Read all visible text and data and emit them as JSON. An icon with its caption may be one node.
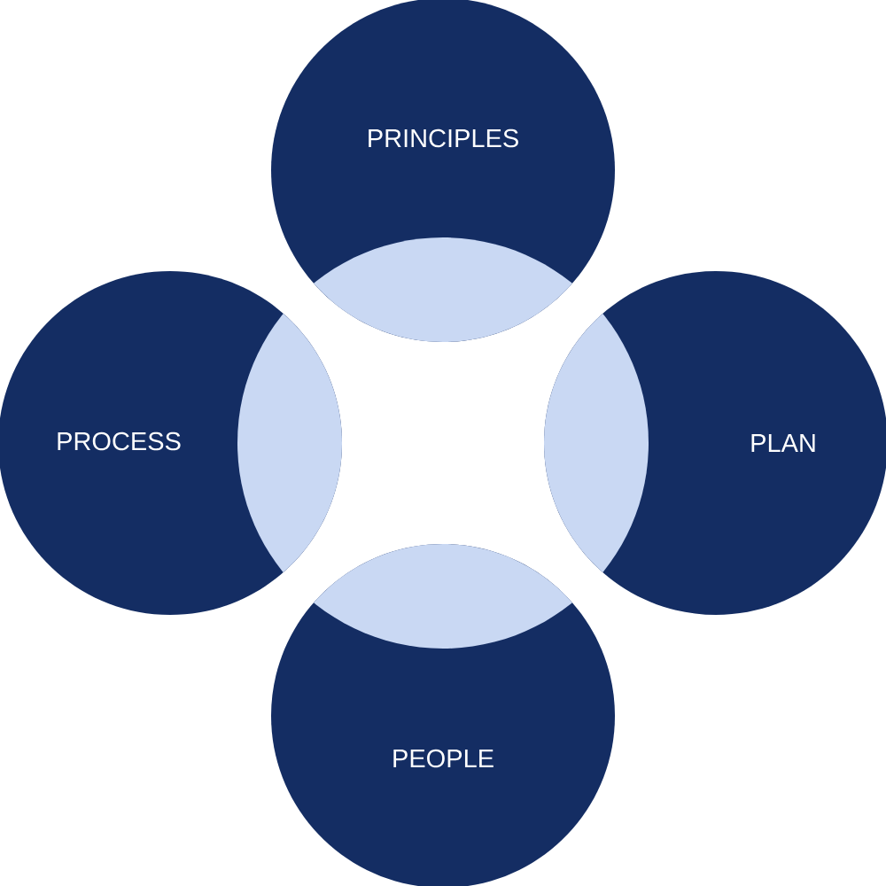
{
  "diagram": {
    "nodes": [
      {
        "text": [
          "PRINCIPLES"
        ]
      },
      {
        "text": [
          "PROCESS"
        ]
      },
      {
        "text": [
          "PLAN"
        ]
      },
      {
        "text": [
          "PEOPLE"
        ]
      }
    ]
  }
}
